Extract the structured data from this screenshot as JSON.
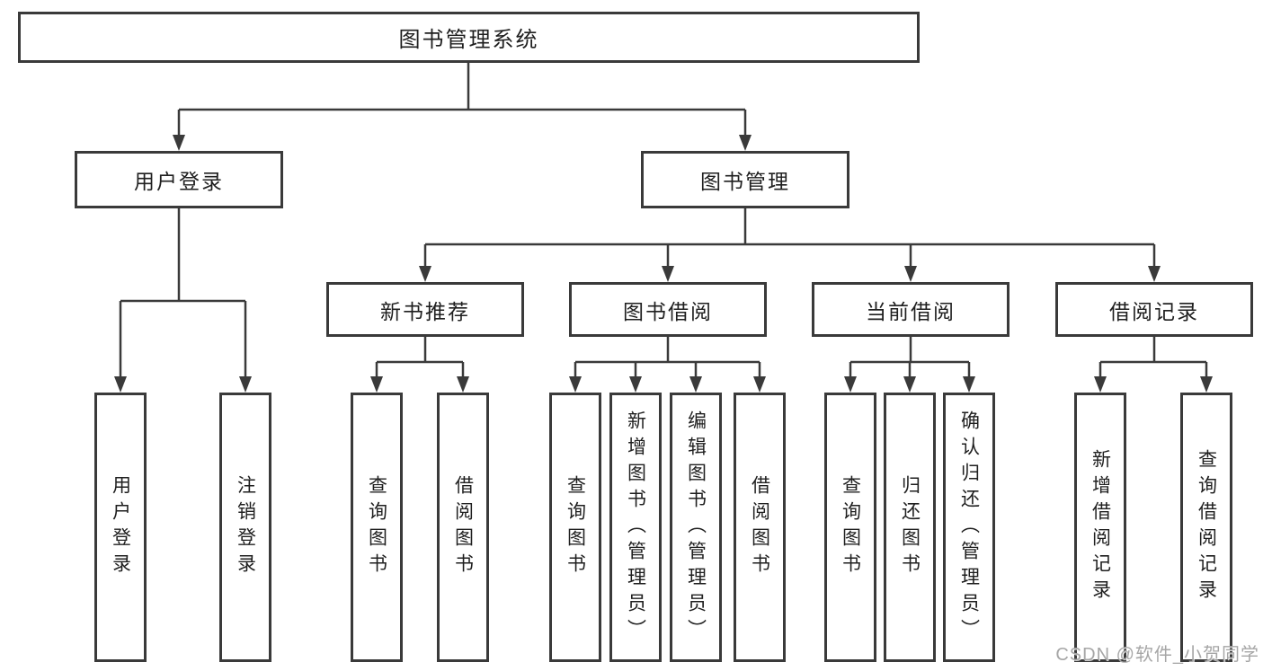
{
  "diagram": {
    "root": {
      "label": "图书管理系统"
    },
    "branches": [
      {
        "label": "用户登录",
        "leaves": [
          {
            "label": "用户登录"
          },
          {
            "label": "注销登录"
          }
        ]
      },
      {
        "label": "图书管理",
        "groups": [
          {
            "label": "新书推荐",
            "leaves": [
              {
                "label": "查询图书"
              },
              {
                "label": "借阅图书"
              }
            ]
          },
          {
            "label": "图书借阅",
            "leaves": [
              {
                "label": "查询图书"
              },
              {
                "label": "新增图书（管理员）"
              },
              {
                "label": "编辑图书（管理员）"
              },
              {
                "label": "借阅图书"
              }
            ]
          },
          {
            "label": "当前借阅",
            "leaves": [
              {
                "label": "查询图书"
              },
              {
                "label": "归还图书"
              },
              {
                "label": "确认归还（管理员）"
              }
            ]
          },
          {
            "label": "借阅记录",
            "leaves": [
              {
                "label": "新增借阅记录"
              },
              {
                "label": "查询借阅记录"
              }
            ]
          }
        ]
      }
    ]
  },
  "watermark": {
    "text": "CSDN @软件_小贺同学",
    "color": "#a6a6a6"
  },
  "colors": {
    "line": "#3a3a3a",
    "text": "#1f1f1f",
    "background": "#ffffff"
  }
}
